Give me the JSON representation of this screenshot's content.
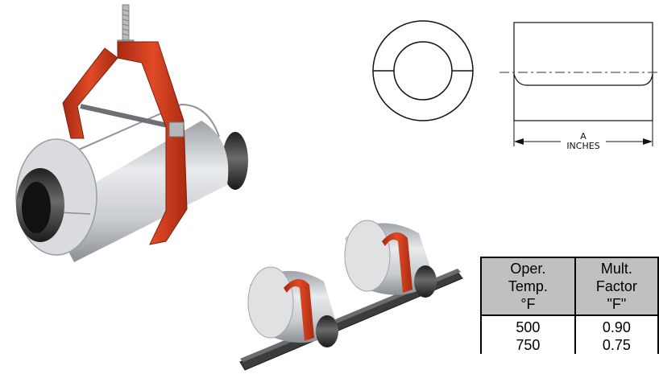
{
  "diagram": {
    "dimension_label": {
      "letter": "A",
      "unit": "INCHES"
    }
  },
  "factor_table": {
    "headers": [
      {
        "lines": [
          "Oper.",
          "Temp.",
          "°F"
        ]
      },
      {
        "lines": [
          "Mult.",
          "Factor",
          "\"F\""
        ]
      }
    ],
    "rows": [
      [
        "500",
        "0.90"
      ],
      [
        "750",
        "0.75"
      ]
    ]
  },
  "colors": {
    "hanger_red": "#d13a1c",
    "insulation_gray": "#cfd2d6",
    "pipe_dark": "#3a3a3a",
    "header_gray": "#c0c0c0"
  }
}
